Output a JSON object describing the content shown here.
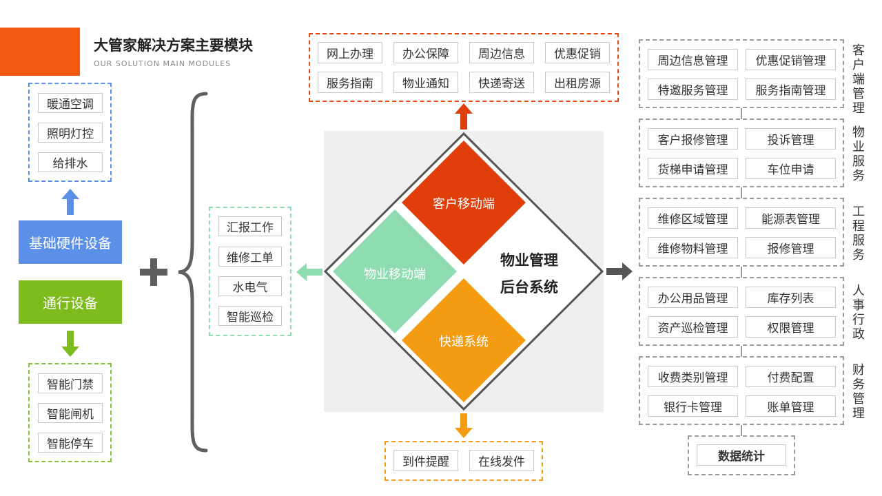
{
  "header": {
    "title": "大管家解决方案主要模块",
    "subtitle": "OUR SOLUTION MAIN MODULES",
    "accent_color": "#f25a11"
  },
  "hardware": {
    "top_items": [
      "暖通空调",
      "照明灯控",
      "给排水"
    ],
    "basic_label": "基础硬件设备",
    "basic_color": "#5b8fe8",
    "access_label": "通行设备",
    "access_color": "#7dbb1e",
    "bottom_items": [
      "智能门禁",
      "智能闸机",
      "智能停车"
    ]
  },
  "property_staff_items": [
    "汇报工作",
    "维修工单",
    "水电气",
    "智能巡检"
  ],
  "center": {
    "title_line1": "物业管理",
    "title_line2": "后台系统",
    "customer_mobile": "客户移动端",
    "customer_color": "#e03f0b",
    "property_mobile": "物业移动端",
    "property_color": "#8fdcb0",
    "express_system": "快递系统",
    "express_color": "#f39c12"
  },
  "customer_features": [
    [
      "网上办理",
      "办公保障",
      "周边信息",
      "优惠促销"
    ],
    [
      "服务指南",
      "物业通知",
      "快递寄送",
      "出租房源"
    ]
  ],
  "express_features": [
    "到件提醒",
    "在线发件"
  ],
  "backend_modules": [
    {
      "label": "客户端管理",
      "items": [
        "周边信息管理",
        "优惠促销管理",
        "特邀服务管理",
        "服务指南管理"
      ]
    },
    {
      "label": "物业服务",
      "items": [
        "客户报修管理",
        "投诉管理",
        "货梯申请管理",
        "车位申请"
      ]
    },
    {
      "label": "工程服务",
      "items": [
        "维修区域管理",
        "能源表管理",
        "维修物料管理",
        "报修管理"
      ]
    },
    {
      "label": "人事行政",
      "items": [
        "办公用品管理",
        "库存列表",
        "资产巡检管理",
        "权限管理"
      ]
    },
    {
      "label": "财务管理",
      "items": [
        "收费类别管理",
        "付费配置",
        "银行卡管理",
        "账单管理"
      ]
    }
  ],
  "data_stats": "数据统计"
}
